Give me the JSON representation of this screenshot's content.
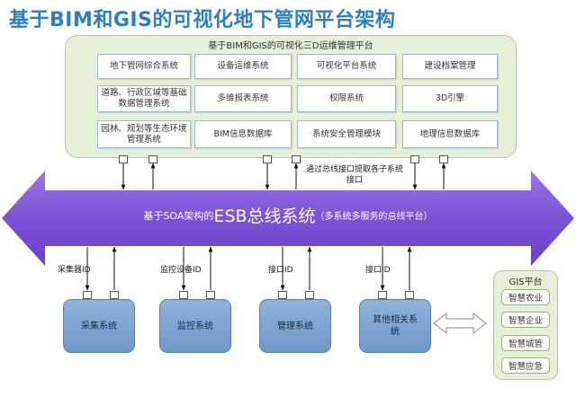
{
  "title": "基于BIM和GIS的可视化地下管网平台架构",
  "platform": {
    "title": "基于BIM和GIS的可视化三D运维管理平台",
    "modules": [
      "地下管网综合系统",
      "设备运维系统",
      "可视化平台系统",
      "建设档案管理",
      "道路、行政区域等基础数据管理系统",
      "多维报表系统",
      "权限系统",
      "3D引擎",
      "园林、规划等生态环境管理系统",
      "BIM信息数据库",
      "系统安全管理模块",
      "地理信息数据库"
    ]
  },
  "bus": {
    "prefix": "基于SOA架构的",
    "main": "ESB总线系统",
    "suffix": "（多系统多服务的总线平台）"
  },
  "interface_note": "通过总线接口提取各子系统接口",
  "systems": [
    {
      "label": "采集系统",
      "id_label": "采集器ID"
    },
    {
      "label": "监控系统",
      "id_label": "监控设备ID"
    },
    {
      "label": "管理系统",
      "id_label": "接口ID"
    },
    {
      "label": "其他相关系统",
      "id_label": "接口ID"
    }
  ],
  "gis": {
    "title": "GIS平台",
    "items": [
      "智慧农业",
      "智慧企业",
      "智慧城管",
      "智慧应急"
    ]
  },
  "colors": {
    "title": "#2e7fc1",
    "bus": "#7b4fd4",
    "platform": "#e6efd8",
    "system": "#7ea6d6"
  }
}
